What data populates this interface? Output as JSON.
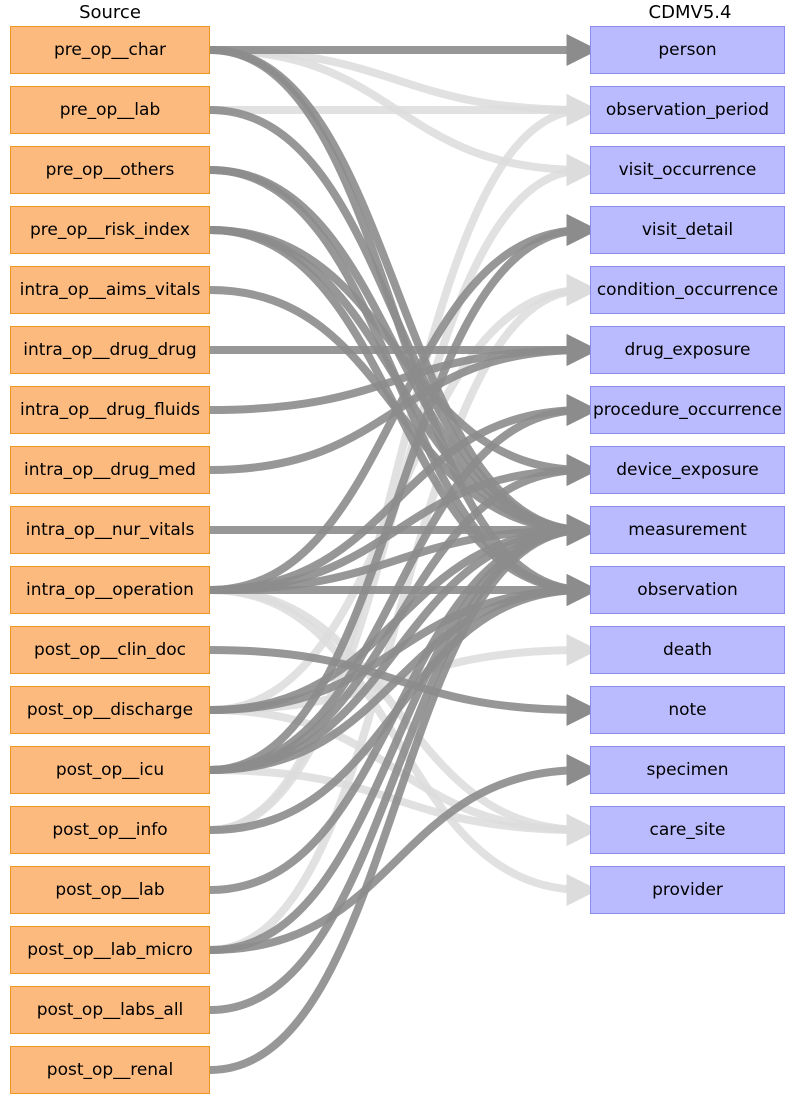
{
  "titles": {
    "source": "Source",
    "target": "CDMV5.4"
  },
  "colors": {
    "source_fill": "#fcba7f",
    "source_border": "#f0961e",
    "target_fill": "#babaff",
    "target_border": "#8c8cf0",
    "edge_dark": "#8c8c8c",
    "edge_light": "#dcdcdc"
  },
  "sources": [
    "pre_op__char",
    "pre_op__lab",
    "pre_op__others",
    "pre_op__risk_index",
    "intra_op__aims_vitals",
    "intra_op__drug_drug",
    "intra_op__drug_fluids",
    "intra_op__drug_med",
    "intra_op__nur_vitals",
    "intra_op__operation",
    "post_op__clin_doc",
    "post_op__discharge",
    "post_op__icu",
    "post_op__info",
    "post_op__lab",
    "post_op__lab_micro",
    "post_op__labs_all",
    "post_op__renal"
  ],
  "targets": [
    "person",
    "observation_period",
    "visit_occurrence",
    "visit_detail",
    "condition_occurrence",
    "drug_exposure",
    "procedure_occurrence",
    "device_exposure",
    "measurement",
    "observation",
    "death",
    "note",
    "specimen",
    "care_site",
    "provider"
  ],
  "mappings": [
    {
      "from": "pre_op__char",
      "to": "person",
      "style": "dark"
    },
    {
      "from": "pre_op__char",
      "to": "observation_period",
      "style": "light"
    },
    {
      "from": "pre_op__char",
      "to": "visit_occurrence",
      "style": "light"
    },
    {
      "from": "pre_op__char",
      "to": "measurement",
      "style": "dark"
    },
    {
      "from": "pre_op__char",
      "to": "observation",
      "style": "dark"
    },
    {
      "from": "pre_op__lab",
      "to": "observation_period",
      "style": "light"
    },
    {
      "from": "pre_op__lab",
      "to": "measurement",
      "style": "dark"
    },
    {
      "from": "pre_op__others",
      "to": "measurement",
      "style": "dark"
    },
    {
      "from": "pre_op__others",
      "to": "observation",
      "style": "dark"
    },
    {
      "from": "pre_op__risk_index",
      "to": "measurement",
      "style": "dark"
    },
    {
      "from": "pre_op__risk_index",
      "to": "observation",
      "style": "dark"
    },
    {
      "from": "pre_op__risk_index",
      "to": "device_exposure",
      "style": "dark"
    },
    {
      "from": "intra_op__aims_vitals",
      "to": "measurement",
      "style": "dark"
    },
    {
      "from": "intra_op__drug_drug",
      "to": "drug_exposure",
      "style": "dark"
    },
    {
      "from": "intra_op__drug_fluids",
      "to": "drug_exposure",
      "style": "dark"
    },
    {
      "from": "intra_op__drug_med",
      "to": "drug_exposure",
      "style": "dark"
    },
    {
      "from": "intra_op__nur_vitals",
      "to": "measurement",
      "style": "dark"
    },
    {
      "from": "intra_op__operation",
      "to": "visit_detail",
      "style": "dark"
    },
    {
      "from": "intra_op__operation",
      "to": "procedure_occurrence",
      "style": "dark"
    },
    {
      "from": "intra_op__operation",
      "to": "device_exposure",
      "style": "dark"
    },
    {
      "from": "intra_op__operation",
      "to": "measurement",
      "style": "dark"
    },
    {
      "from": "intra_op__operation",
      "to": "observation",
      "style": "dark"
    },
    {
      "from": "intra_op__operation",
      "to": "care_site",
      "style": "light"
    },
    {
      "from": "intra_op__operation",
      "to": "provider",
      "style": "light"
    },
    {
      "from": "post_op__clin_doc",
      "to": "note",
      "style": "dark"
    },
    {
      "from": "post_op__discharge",
      "to": "observation",
      "style": "dark"
    },
    {
      "from": "post_op__discharge",
      "to": "measurement",
      "style": "dark"
    },
    {
      "from": "post_op__discharge",
      "to": "death",
      "style": "light"
    },
    {
      "from": "post_op__discharge",
      "to": "condition_occurrence",
      "style": "light"
    },
    {
      "from": "post_op__discharge",
      "to": "care_site",
      "style": "light"
    },
    {
      "from": "post_op__icu",
      "to": "visit_detail",
      "style": "dark"
    },
    {
      "from": "post_op__icu",
      "to": "procedure_occurrence",
      "style": "dark"
    },
    {
      "from": "post_op__icu",
      "to": "device_exposure",
      "style": "dark"
    },
    {
      "from": "post_op__icu",
      "to": "measurement",
      "style": "dark"
    },
    {
      "from": "post_op__icu",
      "to": "observation",
      "style": "dark"
    },
    {
      "from": "post_op__icu",
      "to": "care_site",
      "style": "light"
    },
    {
      "from": "post_op__info",
      "to": "observation_period",
      "style": "light"
    },
    {
      "from": "post_op__info",
      "to": "visit_occurrence",
      "style": "light"
    },
    {
      "from": "post_op__info",
      "to": "observation",
      "style": "dark"
    },
    {
      "from": "post_op__lab",
      "to": "measurement",
      "style": "dark"
    },
    {
      "from": "post_op__lab_micro",
      "to": "specimen",
      "style": "dark"
    },
    {
      "from": "post_op__lab_micro",
      "to": "measurement",
      "style": "dark"
    },
    {
      "from": "post_op__lab_micro",
      "to": "condition_occurrence",
      "style": "light"
    },
    {
      "from": "post_op__labs_all",
      "to": "measurement",
      "style": "dark"
    },
    {
      "from": "post_op__renal",
      "to": "measurement",
      "style": "dark"
    }
  ]
}
